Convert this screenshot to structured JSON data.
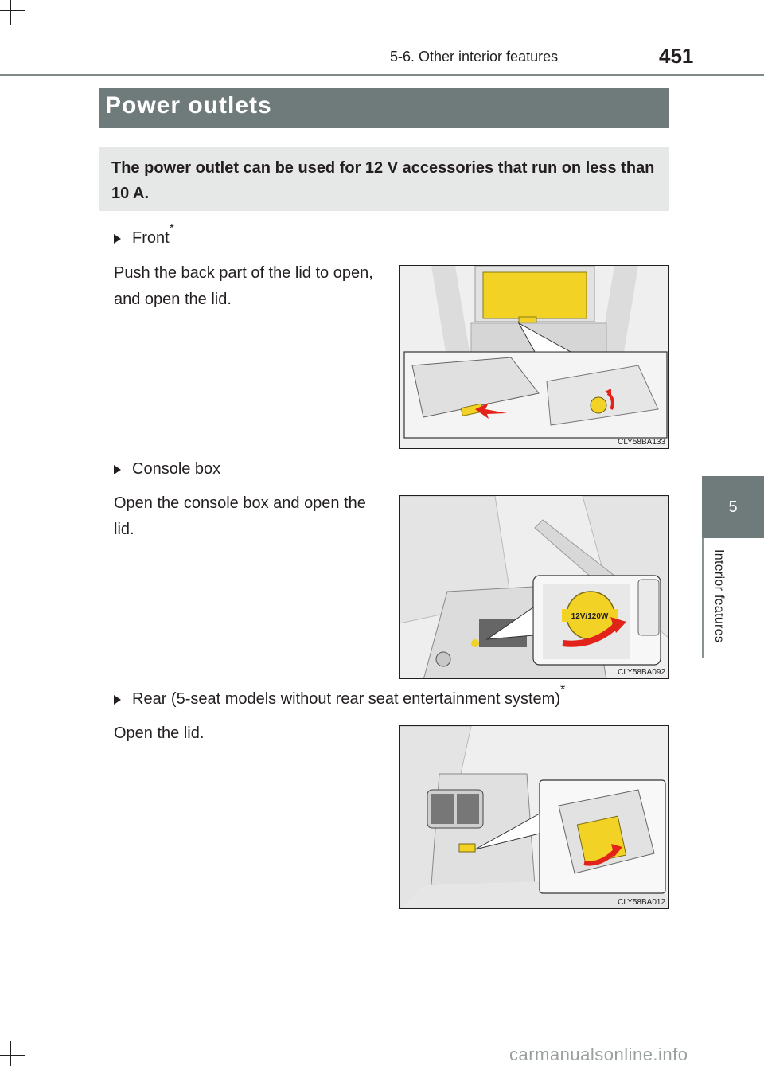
{
  "header": {
    "section": "5-6. Other interior features",
    "page_number": "451"
  },
  "side_tab": {
    "number": "5",
    "label": "Interior features"
  },
  "title": "Power outlets",
  "intro": "The power outlet can be used for 12 V accessories that run on less than 10 A.",
  "items": [
    {
      "heading": "Front",
      "star": "*",
      "body": "Push the back part of the lid to open, and open the lid.",
      "figure_code": "CLY58BA133"
    },
    {
      "heading": "Console box",
      "star": "",
      "body": "Open the console box and open the lid.",
      "figure_code": "CLY58BA092",
      "figure_label": "12V/120W"
    },
    {
      "heading": "Rear (5-seat models without rear seat entertainment system)",
      "star": "*",
      "body": "Open the lid.",
      "figure_code": "CLY58BA012"
    }
  ],
  "watermark": "carmanualsonline.info",
  "colors": {
    "title_bar": "#6f7b7a",
    "intro_bg": "#e6e7e7",
    "highlight_yellow": "#f3d226",
    "arrow_red": "#e2231a"
  }
}
